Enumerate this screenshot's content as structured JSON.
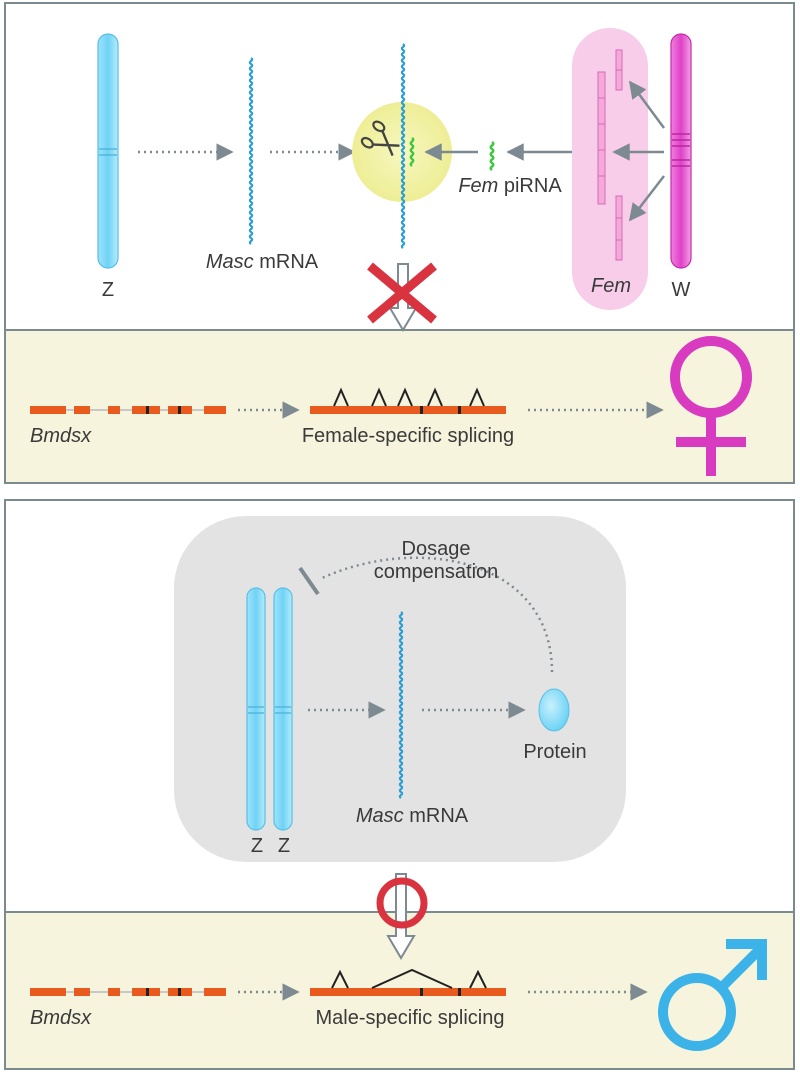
{
  "female_panel": {
    "z_label": "Z",
    "w_label": "W",
    "masc_mrna_italic": "Masc",
    "masc_mrna_rest": " mRNA",
    "fem_pirna_italic": "Fem",
    "fem_pirna_rest": " piRNA",
    "fem_label": "Fem",
    "bmdsx_label": "Bmdsx",
    "splicing_label": "Female-specific splicing"
  },
  "male_panel": {
    "z1_label": "Z",
    "z2_label": "Z",
    "dosage_line1": "Dosage",
    "dosage_line2": "compensation",
    "masc_mrna_italic": "Masc",
    "masc_mrna_rest": " mRNA",
    "protein_label": "Protein",
    "bmdsx_label": "Bmdsx",
    "splicing_label": "Male-specific splicing"
  },
  "colors": {
    "z_chromosome": "#6fd3f5",
    "w_chromosome": "#e040c8",
    "fem_region": "#f7cde9",
    "mrna": "#2a9fd6",
    "pirna": "#3cc83c",
    "cleavage_halo": "#f3f2a0",
    "splicing_band": "#f6f4dc",
    "exon": "#e85a1e",
    "block_x": "#d9333f",
    "block_circle": "#d9333f",
    "female_symbol": "#d93bc0",
    "male_symbol": "#3bb3e8",
    "compartment": "#e3e3e3",
    "arrow": "#7d8a92"
  },
  "icons": [
    "scissors-icon",
    "block-x-icon",
    "block-circle-icon",
    "female-symbol-icon",
    "male-symbol-icon"
  ]
}
